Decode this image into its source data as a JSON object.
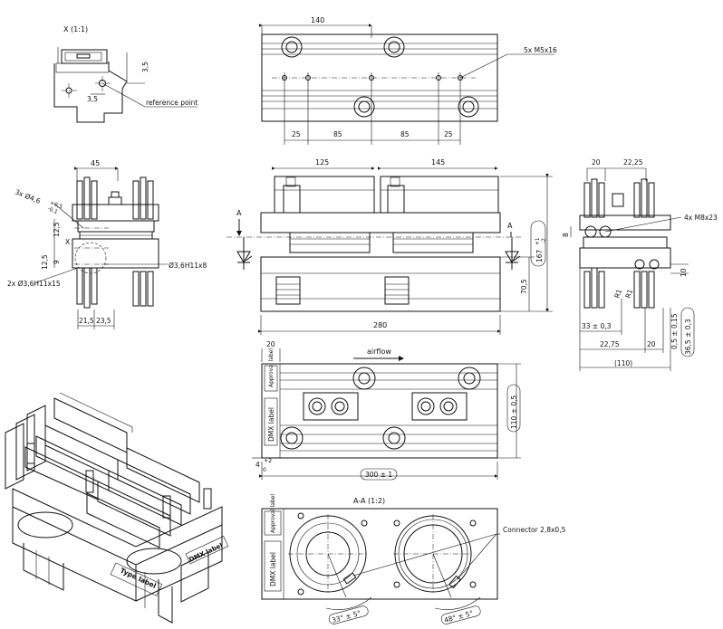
{
  "detail_x": {
    "title": "X (1:1)",
    "dim_1": "3,5",
    "dim_2": "3,5",
    "ref": "reference point"
  },
  "top_view": {
    "overall": "140",
    "bolts": "5x M5x16",
    "dims": [
      "25",
      "85",
      "85",
      "25"
    ]
  },
  "side_view": {
    "width": "45",
    "hole_a": "3x Ø4,6",
    "hole_a_tol_upper": "+0,5",
    "hole_a_tol_lower": "-0,1",
    "hole_b": "Ø3,6H11x8",
    "hole_c": "2x Ø3,6H11x15",
    "v1": "12,5",
    "v2": "12,5",
    "v3": "9",
    "h1": "21,5",
    "h2": "23,5",
    "detail_label": "X"
  },
  "front_view": {
    "d125": "125",
    "d145": "145",
    "total": "280",
    "height": "167",
    "height_tol_upper": "+1",
    "height_tol_lower": "-2",
    "d70": "70,5",
    "sec_a_left": "A",
    "sec_a_right": "A"
  },
  "right_view": {
    "d20": "20",
    "d22_25": "22,25",
    "bolts": "4x M8x23",
    "d8": "8",
    "d10": "10",
    "r1": "R1",
    "r2": "R1",
    "d33": "33 ± 0,3",
    "d22_75": "22,75",
    "d20b": "20",
    "d110": "(110)",
    "d0_5": "0,5 ± 0,15",
    "d36_5": "36,5 ± 0,3"
  },
  "plan_view": {
    "d20": "20",
    "airflow": "airflow",
    "approval": "Approval label",
    "dmx": "DMX label",
    "d110": "110 ± 0,5",
    "d4": "4",
    "d4_tol_upper": "+2",
    "d4_tol_lower": "0",
    "d300": "300 ± 1"
  },
  "iso_view": {
    "type_label": "Type label",
    "dmx_label": "DMX label"
  },
  "section_aa": {
    "title": "A-A (1:2)",
    "approval": "Approval label",
    "dmx": "DMX label",
    "connector": "Connector 2,8x0,5",
    "angle_1": "33° ± 5°",
    "angle_2": "48° ± 5°"
  }
}
